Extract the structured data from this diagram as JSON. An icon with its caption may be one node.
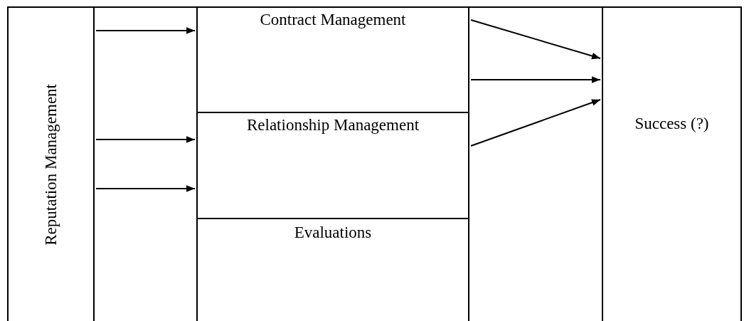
{
  "diagram": {
    "nodes": [
      {
        "text": [
          "Reputation Management"
        ]
      },
      {
        "text": [
          "Contract Management"
        ]
      },
      {
        "text": [
          "Relationship Management"
        ]
      },
      {
        "text": [
          "Evaluations"
        ]
      },
      {
        "text": [
          "Success (?)"
        ]
      }
    ],
    "edges": [
      {
        "from": 0,
        "to": 1,
        "arrow": "to"
      },
      {
        "from": 0,
        "to": 2,
        "arrow": "to"
      },
      {
        "from": 0,
        "to": 2,
        "arrow": "to"
      },
      {
        "from": 1,
        "to": 4,
        "arrow": "to"
      },
      {
        "from": 1,
        "to": 4,
        "arrow": "to"
      },
      {
        "from": 2,
        "to": 4,
        "arrow": "to"
      }
    ]
  }
}
